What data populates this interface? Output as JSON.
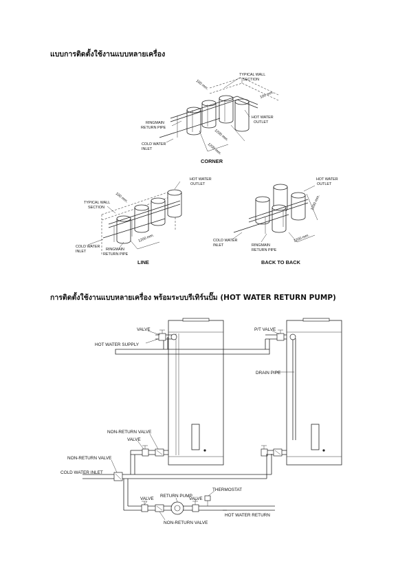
{
  "section1": {
    "heading": "แบบการติดตั้งใช้งานแบบหลายเครื่อง",
    "corner": {
      "caption": "CORNER",
      "typical_wall_section": [
        "TYPICAL WALL",
        "SECTION"
      ],
      "dim_100_a": "100 mm.",
      "dim_100_b": "100 mm.",
      "hot_water_outlet": [
        "HOT WATER",
        "OUTLET"
      ],
      "ringmain": [
        "RINGMAIN",
        "RETURN PIPE"
      ],
      "cold_water_inlet": [
        "COLD WATER",
        "INLET"
      ],
      "dim_1200_a": "1200 mm.",
      "dim_1200_b": "1200 mm."
    },
    "line": {
      "caption": "LINE",
      "typical_wall_section": [
        "TYPICAL WALL",
        "SECTION"
      ],
      "dim_100": "100 mm.",
      "hot_water_outlet": [
        "HOT WATER",
        "OUTLET"
      ],
      "cold_water_inlet": [
        "COLD WATER",
        "INLET"
      ],
      "ringmain": [
        "RINGMAIN",
        "RETURN PIPE"
      ],
      "dim_1200": "1200 mm."
    },
    "back_to_back": {
      "caption": "BACK TO BACK",
      "hot_water_outlet": [
        "HOT WATER",
        "OUTLET"
      ],
      "dim_1200_a": "1200 mm.",
      "cold_water_inlet": [
        "COLD WATER",
        "INLET"
      ],
      "ringmain": [
        "RINGMAIN",
        "RETURN PIPE"
      ],
      "dim_1200_b": "1200 mm."
    }
  },
  "section2": {
    "heading": "การติดตั้งใช้งานแบบหลายเครื่อง พร้อมระบบรีเทิร์นปั๊ม (HOT WATER RETURN PUMP)",
    "labels": {
      "valve_top": "VALVE",
      "hot_water_supply": "HOT WATER SUPPLY",
      "pt_valve": "P/T VALVE",
      "drain_pipe": "DRAIN PIPE",
      "non_return_valve_a": "NON-RETURN VALVE",
      "valve_mid": "VALVE",
      "non_return_valve_b": "NON-RETURN VALVE",
      "cold_water_inlet": "COLD WATER INLET",
      "thermostat": "THERMOSTAT",
      "valve_left": "VALVE",
      "return_pump": "RETURN PUMP",
      "valve_right": "VALVE",
      "hot_water_return": "HOT WATER RETURN",
      "non_return_valve_c": "NON-RETURN VALVE"
    }
  }
}
